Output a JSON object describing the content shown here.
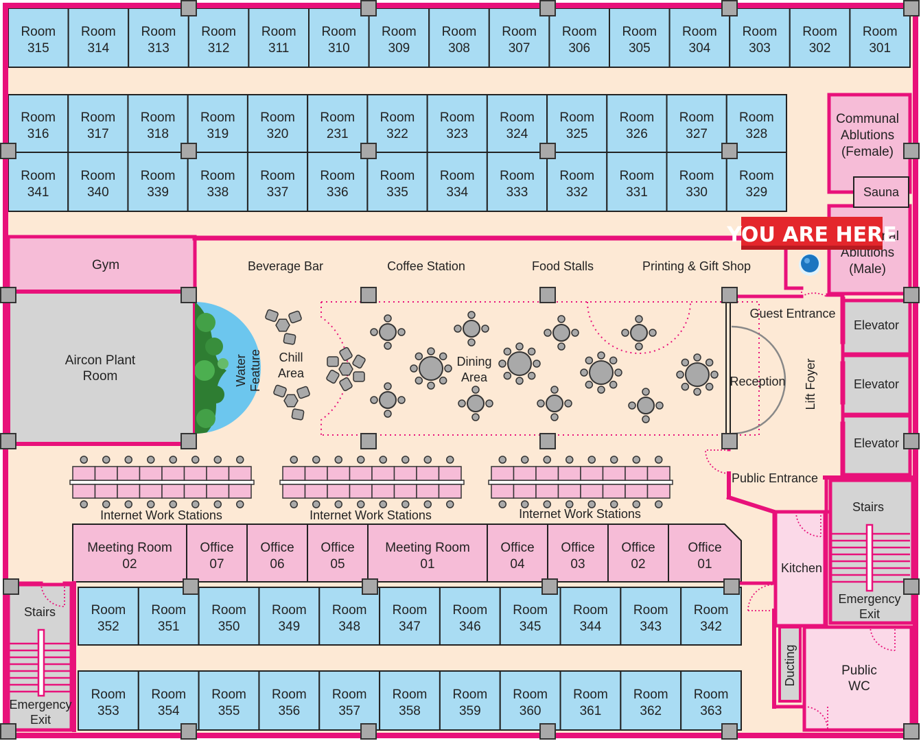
{
  "colors": {
    "wall": "#e8117a",
    "room_blue": "#a9dcf3",
    "room_pink": "#f6bcd7",
    "floor": "#fde9d5",
    "grey_room": "#d4d4d4",
    "pillar": "#a9a9a9",
    "here_red": "#e4262c",
    "marker_blue": "#1b75c0",
    "water": "#6cc6ee"
  },
  "you_are_here": "YOU ARE HERE",
  "rooms_top": [
    {
      "label": "Room",
      "num": "315"
    },
    {
      "label": "Room",
      "num": "314"
    },
    {
      "label": "Room",
      "num": "313"
    },
    {
      "label": "Room",
      "num": "312"
    },
    {
      "label": "Room",
      "num": "311"
    },
    {
      "label": "Room",
      "num": "310"
    },
    {
      "label": "Room",
      "num": "309"
    },
    {
      "label": "Room",
      "num": "308"
    },
    {
      "label": "Room",
      "num": "307"
    },
    {
      "label": "Room",
      "num": "306"
    },
    {
      "label": "Room",
      "num": "305"
    },
    {
      "label": "Room",
      "num": "304"
    },
    {
      "label": "Room",
      "num": "303"
    },
    {
      "label": "Room",
      "num": "302"
    },
    {
      "label": "Room",
      "num": "301"
    }
  ],
  "rooms_mid_a": [
    {
      "label": "Room",
      "num": "316"
    },
    {
      "label": "Room",
      "num": "317"
    },
    {
      "label": "Room",
      "num": "318"
    },
    {
      "label": "Room",
      "num": "319"
    },
    {
      "label": "Room",
      "num": "320"
    },
    {
      "label": "Room",
      "num": "231"
    },
    {
      "label": "Room",
      "num": "322"
    },
    {
      "label": "Room",
      "num": "323"
    },
    {
      "label": "Room",
      "num": "324"
    },
    {
      "label": "Room",
      "num": "325"
    },
    {
      "label": "Room",
      "num": "326"
    },
    {
      "label": "Room",
      "num": "327"
    },
    {
      "label": "Room",
      "num": "328"
    }
  ],
  "rooms_mid_b": [
    {
      "label": "Room",
      "num": "341"
    },
    {
      "label": "Room",
      "num": "340"
    },
    {
      "label": "Room",
      "num": "339"
    },
    {
      "label": "Room",
      "num": "338"
    },
    {
      "label": "Room",
      "num": "337"
    },
    {
      "label": "Room",
      "num": "336"
    },
    {
      "label": "Room",
      "num": "335"
    },
    {
      "label": "Room",
      "num": "334"
    },
    {
      "label": "Room",
      "num": "333"
    },
    {
      "label": "Room",
      "num": "332"
    },
    {
      "label": "Room",
      "num": "331"
    },
    {
      "label": "Room",
      "num": "330"
    },
    {
      "label": "Room",
      "num": "329"
    }
  ],
  "rooms_bot_a": [
    {
      "label": "Room",
      "num": "352"
    },
    {
      "label": "Room",
      "num": "351"
    },
    {
      "label": "Room",
      "num": "350"
    },
    {
      "label": "Room",
      "num": "349"
    },
    {
      "label": "Room",
      "num": "348"
    },
    {
      "label": "Room",
      "num": "347"
    },
    {
      "label": "Room",
      "num": "346"
    },
    {
      "label": "Room",
      "num": "345"
    },
    {
      "label": "Room",
      "num": "344"
    },
    {
      "label": "Room",
      "num": "343"
    },
    {
      "label": "Room",
      "num": "342"
    }
  ],
  "rooms_bot_b": [
    {
      "label": "Room",
      "num": "353"
    },
    {
      "label": "Room",
      "num": "354"
    },
    {
      "label": "Room",
      "num": "355"
    },
    {
      "label": "Room",
      "num": "356"
    },
    {
      "label": "Room",
      "num": "357"
    },
    {
      "label": "Room",
      "num": "358"
    },
    {
      "label": "Room",
      "num": "359"
    },
    {
      "label": "Room",
      "num": "360"
    },
    {
      "label": "Room",
      "num": "361"
    },
    {
      "label": "Room",
      "num": "362"
    },
    {
      "label": "Room",
      "num": "363"
    }
  ],
  "offices": [
    {
      "l1": "Meeting Room",
      "l2": "02"
    },
    {
      "l1": "Office",
      "l2": "07"
    },
    {
      "l1": "Office",
      "l2": "06"
    },
    {
      "l1": "Office",
      "l2": "05"
    },
    {
      "l1": "Meeting Room",
      "l2": "01"
    },
    {
      "l1": "Office",
      "l2": "04"
    },
    {
      "l1": "Office",
      "l2": "03"
    },
    {
      "l1": "Office",
      "l2": "02"
    },
    {
      "l1": "Office",
      "l2": "01"
    }
  ],
  "labels": {
    "gym": "Gym",
    "aircon_1": "Aircon Plant",
    "aircon_2": "Room",
    "water_1": "Water",
    "water_2": "Feature",
    "chill_1": "Chill",
    "chill_2": "Area",
    "dining_1": "Dining",
    "dining_2": "Area",
    "beverage_bar": "Beverage Bar",
    "coffee_station": "Coffee Station",
    "food_stalls": "Food Stalls",
    "printing": "Printing & Gift Shop",
    "guest_entrance": "Guest Entrance",
    "reception": "Reception",
    "lift_foyer": "Lift Foyer",
    "public_entrance": "Public Entrance",
    "elevator_1": "Elevator",
    "elevator_2": "Elevator",
    "elevator_3": "Elevator",
    "stairs_right": "Stairs",
    "stairs_left": "Stairs",
    "emergency_right_1": "Emergency",
    "emergency_right_2": "Exit",
    "emergency_left_1": "Emergency",
    "emergency_left_2": "Exit",
    "kitchen": "Kitchen",
    "ducting": "Ducting",
    "public_wc_1": "Public",
    "public_wc_2": "WC",
    "ablution_f_1": "Communal",
    "ablution_f_2": "Ablutions",
    "ablution_f_3": "(Female)",
    "sauna": "Sauna",
    "ablution_m_1": "Communal",
    "ablution_m_2": "Ablutions",
    "ablution_m_3": "(Male)",
    "iws_1": "Internet Work Stations",
    "iws_2": "Internet Work Stations",
    "iws_3": "Internet Work Stations"
  }
}
